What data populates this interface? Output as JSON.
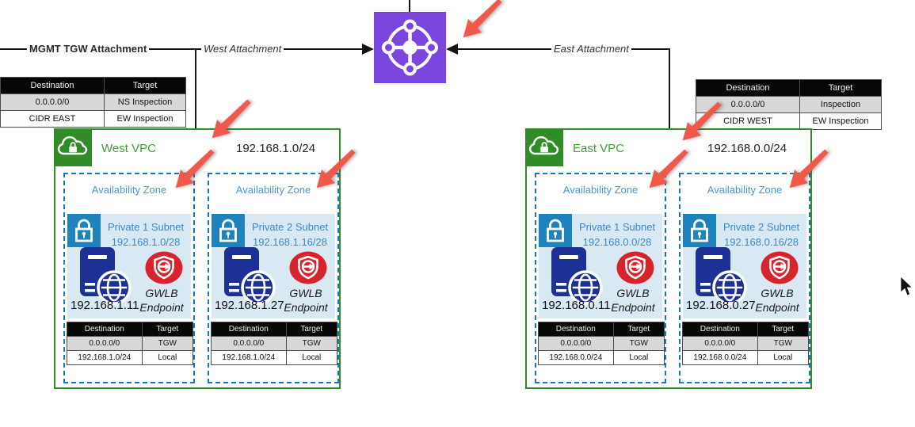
{
  "colors": {
    "vpc_green": "#2f8c26",
    "az_border_blue": "#1878b8",
    "az_label_blue": "#4a97cf",
    "subnet_bg": "#d9e9f4",
    "subnet_text_blue": "#3b86c4",
    "subnet_lock_bg": "#1e82bd",
    "server_navy": "#1d3096",
    "gwlb_red": "#d8232a",
    "tgw_purple": "#7b46dd",
    "annotation_red": "#f0584a"
  },
  "icons": {
    "tgw": "transit-gateway-icon",
    "vpc": "vpc-cloud-lock-icon",
    "subnet": "private-subnet-lock-icon",
    "server": "server-globe-icon",
    "gwlb": "gwlb-endpoint-icon",
    "annotation": "red-arrow-icon",
    "cursor": "mouse-cursor-icon"
  },
  "connectors": {
    "mgmt_attachment_label": "MGMT TGW Attachment",
    "west_attachment_label": "West Attachment",
    "east_attachment_label": "East Attachment"
  },
  "tgw_route_tables": {
    "mgmt": {
      "headers": [
        "Destination",
        "Target"
      ],
      "rows": [
        [
          "0.0.0.0/0",
          "NS Inspection"
        ],
        [
          "CIDR EAST",
          "EW Inspection"
        ]
      ]
    },
    "east": {
      "headers": [
        "Destination",
        "Target"
      ],
      "rows": [
        [
          "0.0.0.0/0",
          "Inspection"
        ],
        [
          "CIDR WEST",
          "EW Inspection"
        ]
      ]
    }
  },
  "vpcs": [
    {
      "name": "West VPC",
      "cidr": "192.168.1.0/24",
      "azs": [
        {
          "title": "Availability Zone",
          "subnet_name": "Private 1 Subnet",
          "subnet_cidr": "192.168.1.0/28",
          "instance_ip": "192.168.1.11",
          "endpoint_label": "GWLB Endpoint",
          "route_table": {
            "headers": [
              "Destination",
              "Target"
            ],
            "rows": [
              [
                "0.0.0.0/0",
                "TGW"
              ],
              [
                "192.168.1.0/24",
                "Local"
              ]
            ]
          }
        },
        {
          "title": "Availability Zone",
          "subnet_name": "Private 2 Subnet",
          "subnet_cidr": "192.168.1.16/28",
          "instance_ip": "192.168.1.27",
          "endpoint_label": "GWLB Endpoint",
          "route_table": {
            "headers": [
              "Destination",
              "Target"
            ],
            "rows": [
              [
                "0.0.0.0/0",
                "TGW"
              ],
              [
                "192.168.1.0/24",
                "Local"
              ]
            ]
          }
        }
      ]
    },
    {
      "name": "East VPC",
      "cidr": "192.168.0.0/24",
      "azs": [
        {
          "title": "Availability Zone",
          "subnet_name": "Private 1 Subnet",
          "subnet_cidr": "192.168.0.0/28",
          "instance_ip": "192.168.0.11",
          "endpoint_label": "GWLB Endpoint",
          "route_table": {
            "headers": [
              "Destination",
              "Target"
            ],
            "rows": [
              [
                "0.0.0.0/0",
                "TGW"
              ],
              [
                "192.168.0.0/24",
                "Local"
              ]
            ]
          }
        },
        {
          "title": "Availability Zone",
          "subnet_name": "Private 2 Subnet",
          "subnet_cidr": "192.168.0.16/28",
          "instance_ip": "192.168.0.27",
          "endpoint_label": "GWLB Endpoint",
          "route_table": {
            "headers": [
              "Destination",
              "Target"
            ],
            "rows": [
              [
                "0.0.0.0/0",
                "TGW"
              ],
              [
                "192.168.0.0/24",
                "Local"
              ]
            ]
          }
        }
      ]
    }
  ]
}
